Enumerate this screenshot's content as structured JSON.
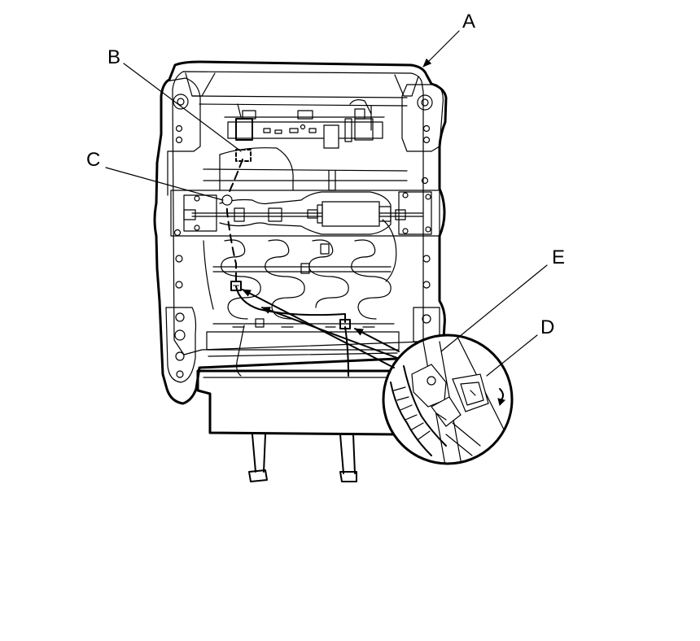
{
  "diagram": {
    "callouts": [
      {
        "id": "A",
        "label": "A"
      },
      {
        "id": "B",
        "label": "B"
      },
      {
        "id": "C",
        "label": "C"
      },
      {
        "id": "D",
        "label": "D"
      },
      {
        "id": "E",
        "label": "E"
      }
    ]
  }
}
